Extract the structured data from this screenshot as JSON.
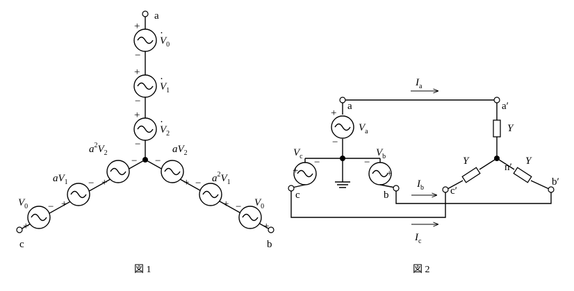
{
  "figure1": {
    "caption": "図 1",
    "terminals": {
      "a": "a",
      "b": "b",
      "c": "c"
    },
    "sources": {
      "top": [
        {
          "prefix": "",
          "sym": "V",
          "sub": "0",
          "sup": ""
        },
        {
          "prefix": "",
          "sym": "V",
          "sub": "1",
          "sup": ""
        },
        {
          "prefix": "",
          "sym": "V",
          "sub": "2",
          "sup": ""
        }
      ],
      "left": [
        {
          "prefix": "a",
          "sym": "V",
          "sub": "2",
          "sup": "2"
        },
        {
          "prefix": "a",
          "sym": "V",
          "sub": "1",
          "sup": ""
        },
        {
          "prefix": "",
          "sym": "V",
          "sub": "0",
          "sup": ""
        }
      ],
      "right": [
        {
          "prefix": "a",
          "sym": "V",
          "sub": "2",
          "sup": ""
        },
        {
          "prefix": "a",
          "sym": "V",
          "sub": "1",
          "sup": "2"
        },
        {
          "prefix": "",
          "sym": "V",
          "sub": "0",
          "sup": ""
        }
      ]
    },
    "plus": "+",
    "minus": "−"
  },
  "figure2": {
    "caption": "図 2",
    "source_nodes": {
      "a": "a",
      "b": "b",
      "c": "c"
    },
    "load_nodes": {
      "a": "a′",
      "b": "b′",
      "c": "c′",
      "n": "n′"
    },
    "sources": {
      "a": {
        "sym": "V",
        "sub": "a"
      },
      "b": {
        "sym": "V",
        "sub": "b"
      },
      "c": {
        "sym": "V",
        "sub": "c"
      }
    },
    "admittance": "Y",
    "currents": {
      "a": {
        "sym": "I",
        "sub": "a"
      },
      "b": {
        "sym": "I",
        "sub": "b"
      },
      "c": {
        "sym": "I",
        "sub": "c"
      }
    }
  }
}
